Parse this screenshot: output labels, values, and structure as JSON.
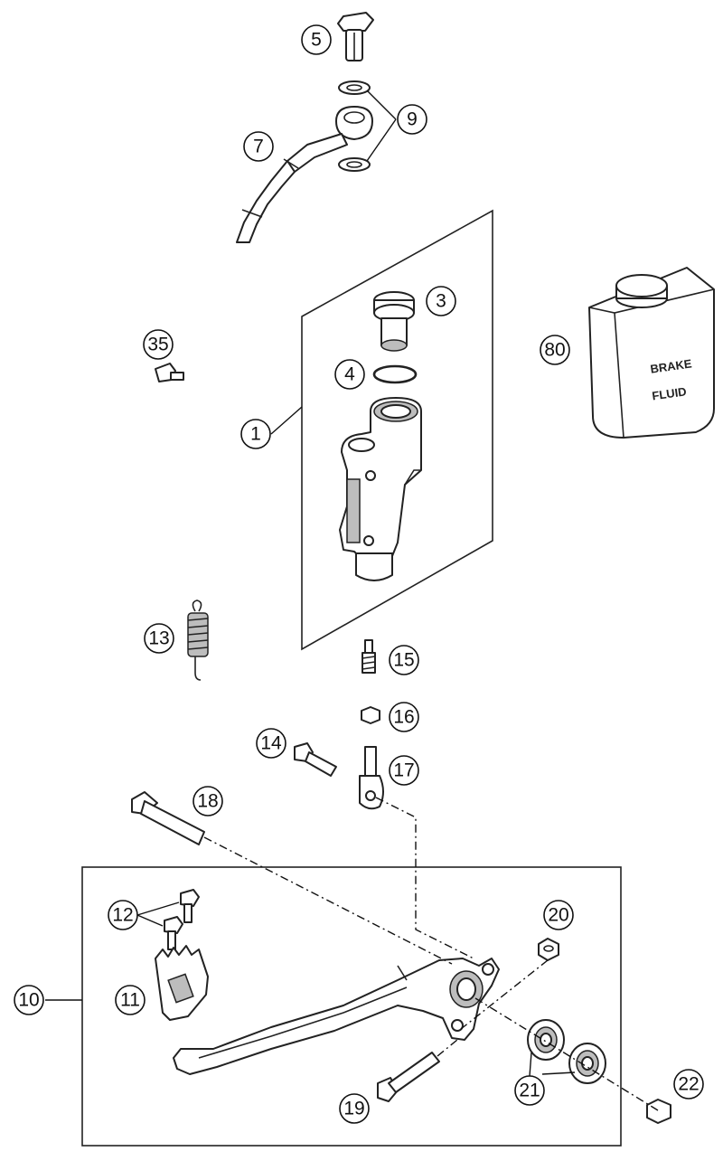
{
  "diagram": {
    "callouts": {
      "c1": "1",
      "c3": "3",
      "c4": "4",
      "c5": "5",
      "c7": "7",
      "c9": "9",
      "c10": "10",
      "c11": "11",
      "c12": "12",
      "c13": "13",
      "c14": "14",
      "c15": "15",
      "c16": "16",
      "c17": "17",
      "c18": "18",
      "c19": "19",
      "c20": "20",
      "c21": "21",
      "c22": "22",
      "c35": "35",
      "c80": "80"
    },
    "can_label_line1": "BRAKE",
    "can_label_line2": "FLUID"
  }
}
